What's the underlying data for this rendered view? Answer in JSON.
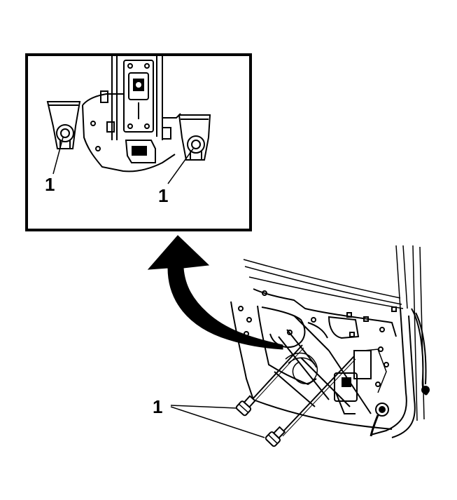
{
  "diagram": {
    "callouts": {
      "inset_left": "1",
      "inset_right": "1",
      "main": "1"
    },
    "colors": {
      "line": "#000000",
      "background": "#ffffff"
    },
    "icons": {
      "detail_arrow": "curved-arrow-icon",
      "fastener": "bolt-icon"
    }
  }
}
